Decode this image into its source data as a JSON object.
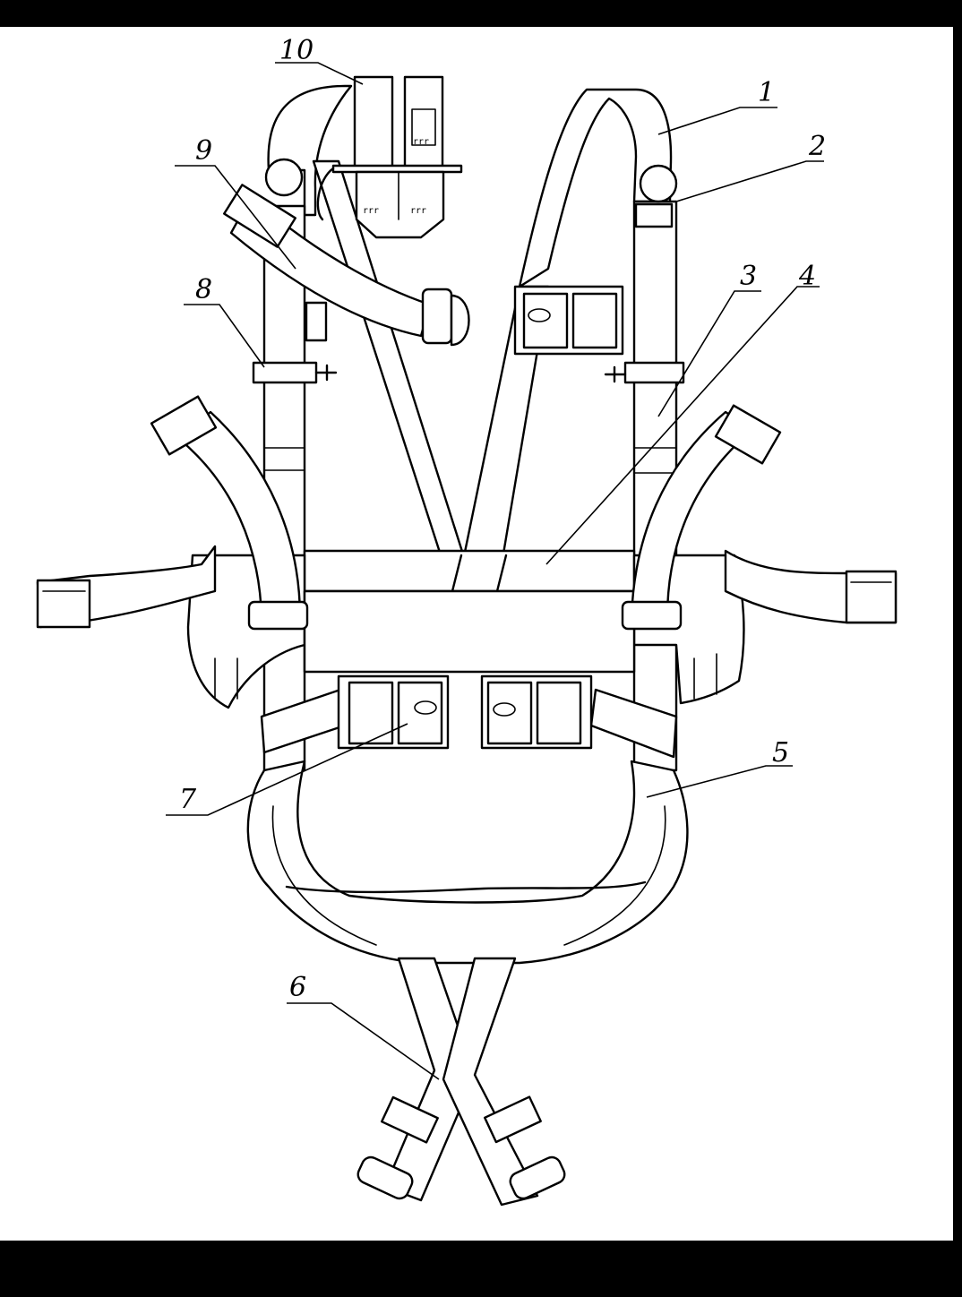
{
  "colors": {
    "background": "#000000",
    "paper": "#ffffff",
    "ink": "#000000"
  },
  "callouts": [
    {
      "id": "1",
      "label": "1"
    },
    {
      "id": "2",
      "label": "2"
    },
    {
      "id": "3",
      "label": "3"
    },
    {
      "id": "4",
      "label": "4"
    },
    {
      "id": "5",
      "label": "5"
    },
    {
      "id": "6",
      "label": "6"
    },
    {
      "id": "7",
      "label": "7"
    },
    {
      "id": "8",
      "label": "8"
    },
    {
      "id": "9",
      "label": "9"
    },
    {
      "id": "10",
      "label": "10"
    }
  ]
}
